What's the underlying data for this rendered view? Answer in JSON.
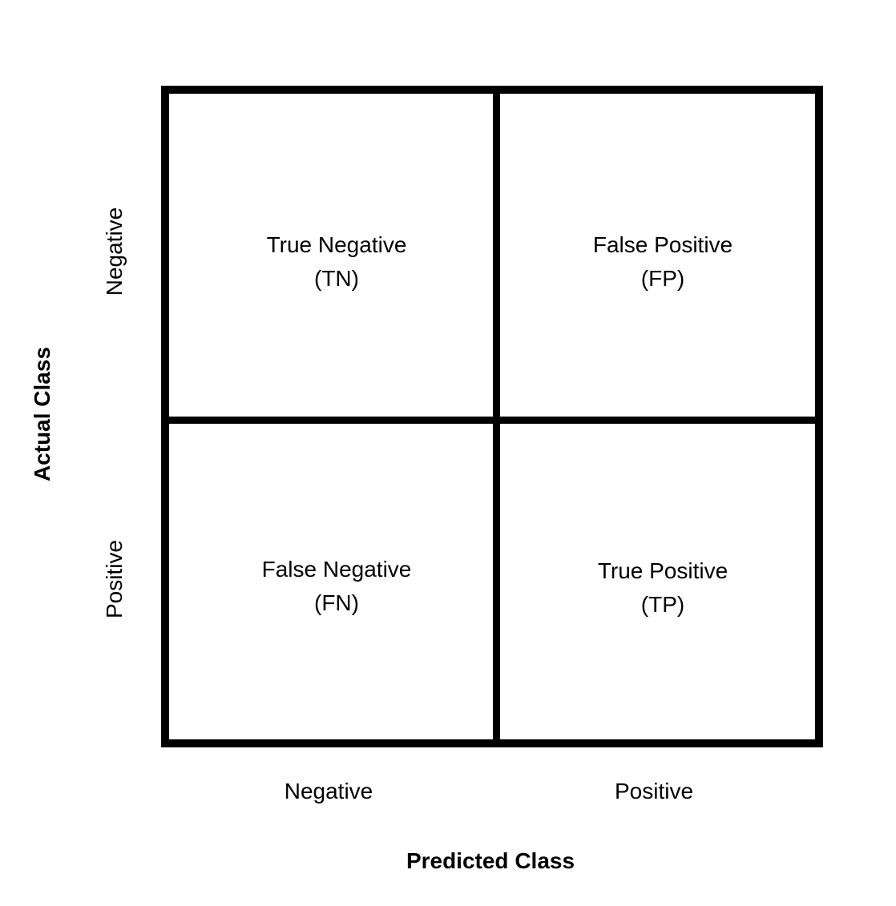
{
  "xlabel": "Predicted Class",
  "ylabel": "Actual Class",
  "x_ticks": [
    "Negative",
    "Positive"
  ],
  "y_ticks": [
    "Negative",
    "Positive"
  ],
  "cells": {
    "tn": {
      "label": "True Negative",
      "abbr": "(TN)"
    },
    "fp": {
      "label": "False Positive",
      "abbr": "(FP)"
    },
    "fn": {
      "label": "False Negative",
      "abbr": "(FN)"
    },
    "tp": {
      "label": "True Positive",
      "abbr": "(TP)"
    }
  },
  "colors": {
    "border": "#000000",
    "background": "#ffffff",
    "text": "#000000"
  }
}
